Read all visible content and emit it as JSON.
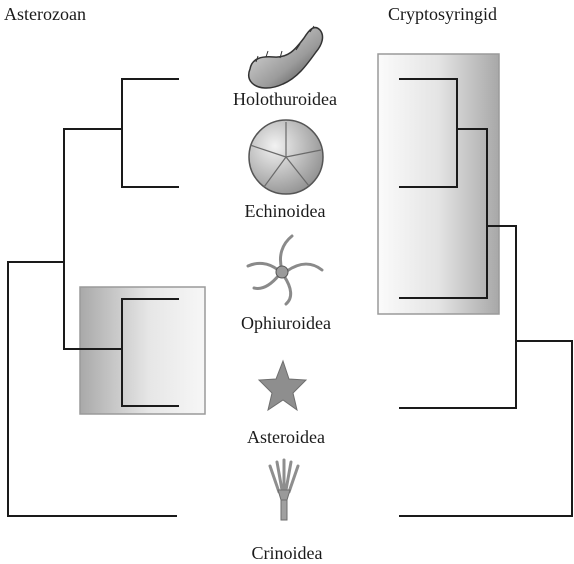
{
  "hypotheses": {
    "left": {
      "title": "Asterozoan"
    },
    "right": {
      "title": "Cryptosyringid"
    }
  },
  "taxa": [
    {
      "label": "Holothuroidea",
      "icon": "sea-cucumber-icon"
    },
    {
      "label": "Echinoidea",
      "icon": "sea-urchin-icon"
    },
    {
      "label": "Ophiuroidea",
      "icon": "brittle-star-icon"
    },
    {
      "label": "Asteroidea",
      "icon": "starfish-icon"
    },
    {
      "label": "Crinoidea",
      "icon": "crinoid-icon"
    }
  ],
  "colors": {
    "line": "#1a1a1a",
    "highlight_box_dark": "#a8a8a8",
    "highlight_box_light": "#f4f4f4",
    "icon_fill": "#9a9a9a"
  }
}
